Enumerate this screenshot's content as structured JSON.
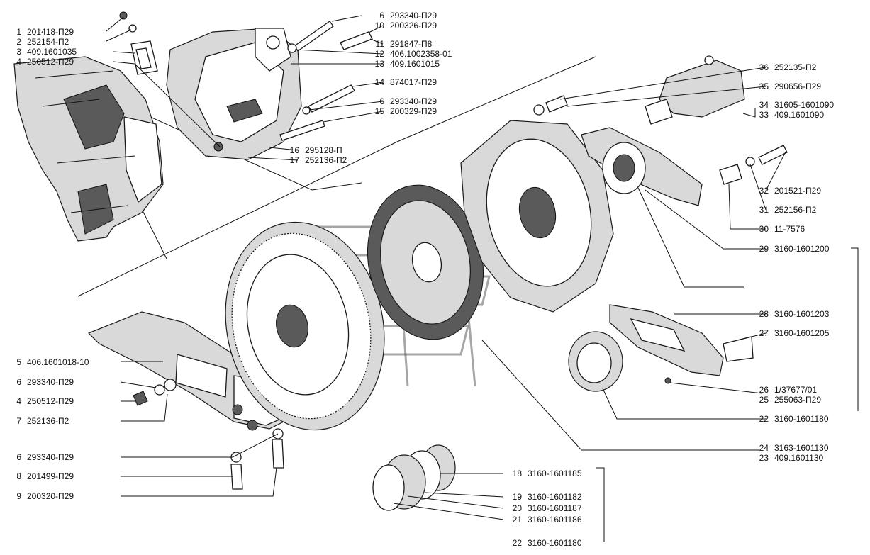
{
  "callouts_left": [
    {
      "n": "1",
      "code": "201418-П29"
    },
    {
      "n": "2",
      "code": "252154-П2"
    },
    {
      "n": "3",
      "code": "409.1601035"
    },
    {
      "n": "4",
      "code": "250512-П29"
    },
    {
      "n": "5",
      "code": "406.1601018-10"
    },
    {
      "n": "6",
      "code": "293340-П29"
    },
    {
      "n": "4",
      "code": "250512-П29"
    },
    {
      "n": "7",
      "code": "252136-П2"
    },
    {
      "n": "6",
      "code": "293340-П29"
    },
    {
      "n": "8",
      "code": "201499-П29"
    },
    {
      "n": "9",
      "code": "200320-П29"
    }
  ],
  "callouts_top": [
    {
      "n": "6",
      "code": "293340-П29"
    },
    {
      "n": "10",
      "code": "200326-П29"
    },
    {
      "n": "11",
      "code": "291847-П8"
    },
    {
      "n": "12",
      "code": "406.1002358-01"
    },
    {
      "n": "13",
      "code": "409.1601015"
    },
    {
      "n": "14",
      "code": "874017-П29"
    },
    {
      "n": "6",
      "code": "293340-П29"
    },
    {
      "n": "15",
      "code": "200329-П29"
    },
    {
      "n": "16",
      "code": "295128-П"
    },
    {
      "n": "17",
      "code": "252136-П2"
    }
  ],
  "callouts_right": [
    {
      "n": "36",
      "code": "252135-П2"
    },
    {
      "n": "35",
      "code": "290656-П29"
    },
    {
      "n": "34",
      "code": "31605-1601090"
    },
    {
      "n": "33",
      "code": "409.1601090"
    },
    {
      "n": "32",
      "code": "201521-П29"
    },
    {
      "n": "31",
      "code": "252156-П2"
    },
    {
      "n": "30",
      "code": "11-7576"
    },
    {
      "n": "29",
      "code": "3160-1601200"
    },
    {
      "n": "28",
      "code": "3160-1601203"
    },
    {
      "n": "27",
      "code": "3160-1601205"
    },
    {
      "n": "26",
      "code": "1/37677/01"
    },
    {
      "n": "25",
      "code": "255063-П29"
    },
    {
      "n": "22",
      "code": "3160-1601180"
    },
    {
      "n": "24",
      "code": "3163-1601130"
    },
    {
      "n": "23",
      "code": "409.1601130"
    }
  ],
  "callouts_bottom": [
    {
      "n": "18",
      "code": "3160-1601185"
    },
    {
      "n": "19",
      "code": "3160-1601182"
    },
    {
      "n": "20",
      "code": "3160-1601187"
    },
    {
      "n": "21",
      "code": "3160-1601186"
    },
    {
      "n": "22",
      "code": "3160-1601180"
    }
  ]
}
